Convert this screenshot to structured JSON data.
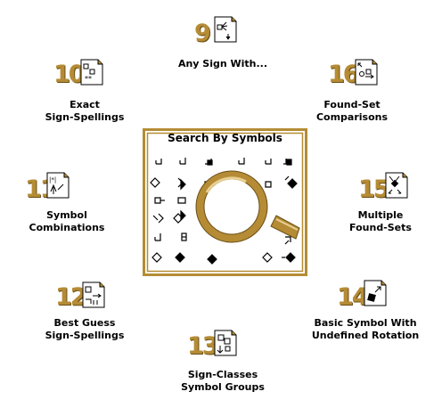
{
  "center": {
    "title": "Search By Symbols"
  },
  "items": [
    {
      "num": "9",
      "line1": "Any Sign With...",
      "line2": ""
    },
    {
      "num": "10",
      "line1": "Exact",
      "line2": "Sign-Spellings"
    },
    {
      "num": "16",
      "line1": "Found-Set",
      "line2": "Comparisons"
    },
    {
      "num": "11",
      "line1": "Symbol",
      "line2": "Combinations"
    },
    {
      "num": "15",
      "line1": "Multiple",
      "line2": "Found-Sets"
    },
    {
      "num": "12",
      "line1": "Best Guess",
      "line2": "Sign-Spellings"
    },
    {
      "num": "14",
      "line1": "Basic Symbol With",
      "line2": "Undefined Rotation"
    },
    {
      "num": "13",
      "line1": "Sign-Classes",
      "line2": "Symbol Groups"
    }
  ],
  "colors": {
    "gold": "#b58c35",
    "gold_dark": "#6a4e14"
  }
}
